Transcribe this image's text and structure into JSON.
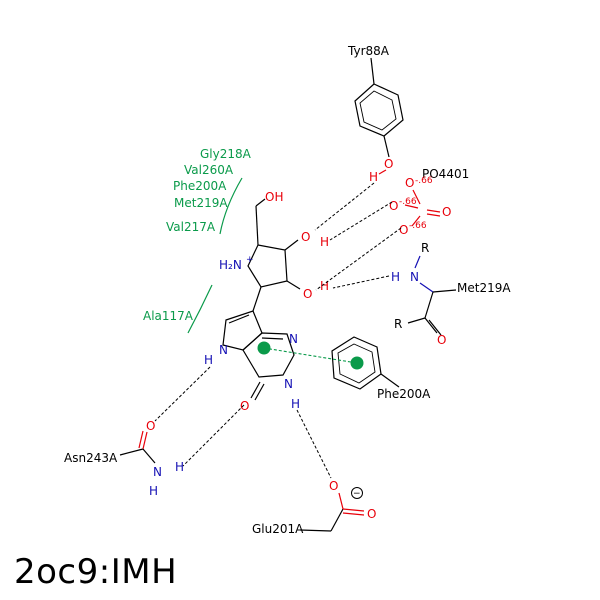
{
  "title": "2oc9:IMH",
  "colors": {
    "oxygen": "#e8000a",
    "nitrogen": "#1410b4",
    "hydrophobic": "#0a9a4a",
    "bond": "#000000"
  },
  "residues": {
    "tyr88": "Tyr88A",
    "po4": "PO4401",
    "met219_bb": "Met219A",
    "phe200_ring": "Phe200A",
    "asn243": "Asn243A",
    "glu201": "Glu201A"
  },
  "hydrophobic_labels": {
    "gly218": "Gly218A",
    "val260": "Val260A",
    "phe200": "Phe200A",
    "met219": "Met219A",
    "val217": "Val217A",
    "ala117": "Ala117A"
  },
  "atoms": {
    "O": "O",
    "H": "H",
    "N": "N",
    "R": "R",
    "OH": "OH",
    "H2N": "H₂N",
    "plus": "+",
    "charge_66": "-.66",
    "minus_circle": "−"
  }
}
